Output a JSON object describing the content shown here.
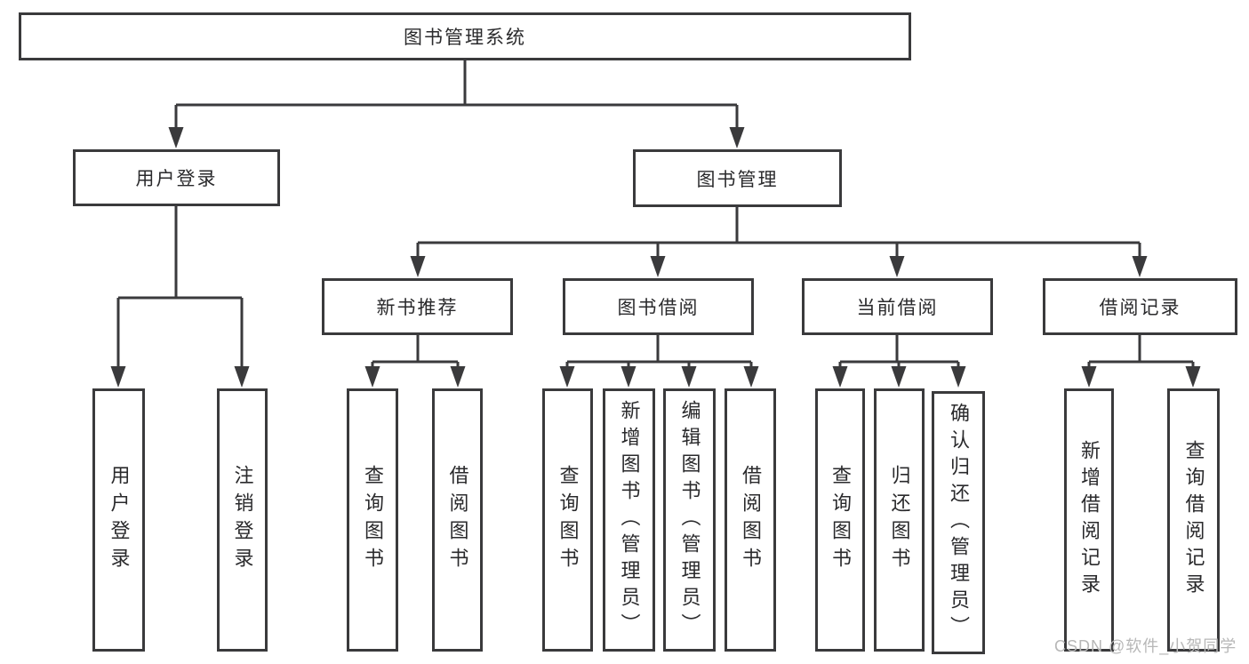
{
  "title": "图书管理系统",
  "branches": {
    "user_login": {
      "label": "用户登录",
      "children": [
        "用户登录",
        "注销登录"
      ]
    },
    "book_management": {
      "label": "图书管理",
      "sections": [
        {
          "label": "新书推荐",
          "children": [
            "查询图书",
            "借阅图书"
          ]
        },
        {
          "label": "图书借阅",
          "children": [
            "查询图书",
            "新增图书（管理员）",
            "编辑图书（管理员）",
            "借阅图书"
          ]
        },
        {
          "label": "当前借阅",
          "children": [
            "查询图书",
            "归还图书",
            "确认归还（管理员）"
          ]
        },
        {
          "label": "借阅记录",
          "children": [
            "新增借阅记录",
            "查询借阅记录"
          ]
        }
      ]
    }
  },
  "watermark": "CSDN @软件_小贺同学",
  "colors": {
    "line": "#3a3a3c",
    "text": "#2a2a2c",
    "watermark": "#b7b7b7",
    "background": "#ffffff"
  }
}
